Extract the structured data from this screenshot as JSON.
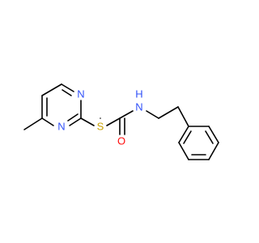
{
  "diagram": {
    "type": "chemical-structure",
    "colors": {
      "carbon_bond": "#000000",
      "N": "#3050F8",
      "S": "#C8A000",
      "O": "#FF0D0D",
      "background": "#FFFFFF"
    },
    "atom_labels": {
      "N_ring_top": "N",
      "N_ring_bottom": "N",
      "S": "S",
      "O": "O",
      "NH_N": "N",
      "NH_H": "H"
    }
  }
}
